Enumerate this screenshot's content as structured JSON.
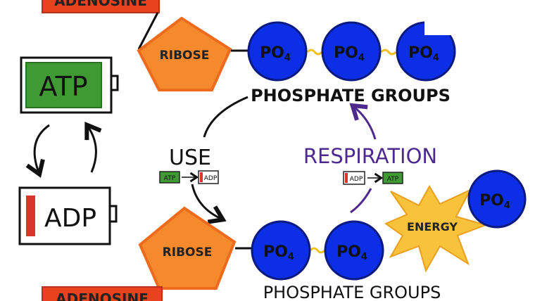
{
  "top_molecule": {
    "adenosine": "ADENOSINE",
    "ribose": "RIBOSE",
    "phosphates": [
      "PO",
      "PO",
      "PO"
    ],
    "phosphate_subscript": "4",
    "caption": "PHOSPHATE GROUPS"
  },
  "bottom_molecule": {
    "adenosine": "ADENOSINE",
    "ribose": "RIBOSE",
    "phosphates": [
      "PO",
      "PO"
    ],
    "phosphate_subscript": "4",
    "caption": "PHOSPHATE GROUPS",
    "free_phosphate": "PO",
    "energy": "ENERGY"
  },
  "batteries": {
    "atp": "ATP",
    "adp": "ADP"
  },
  "use": {
    "label": "USE",
    "from": "ATP",
    "to": "ADP"
  },
  "respiration": {
    "label": "RESPIRATION",
    "from": "ADP",
    "to": "ATP"
  },
  "colors": {
    "adenosine": "#e8431c",
    "ribose": "#f58a2c",
    "phosphate": "#0b2ee6",
    "atp_green": "#3f9a34",
    "adp_red": "#d9352a",
    "respiration_purple": "#4f2a8e",
    "energy_yellow": "#f8c23a"
  }
}
